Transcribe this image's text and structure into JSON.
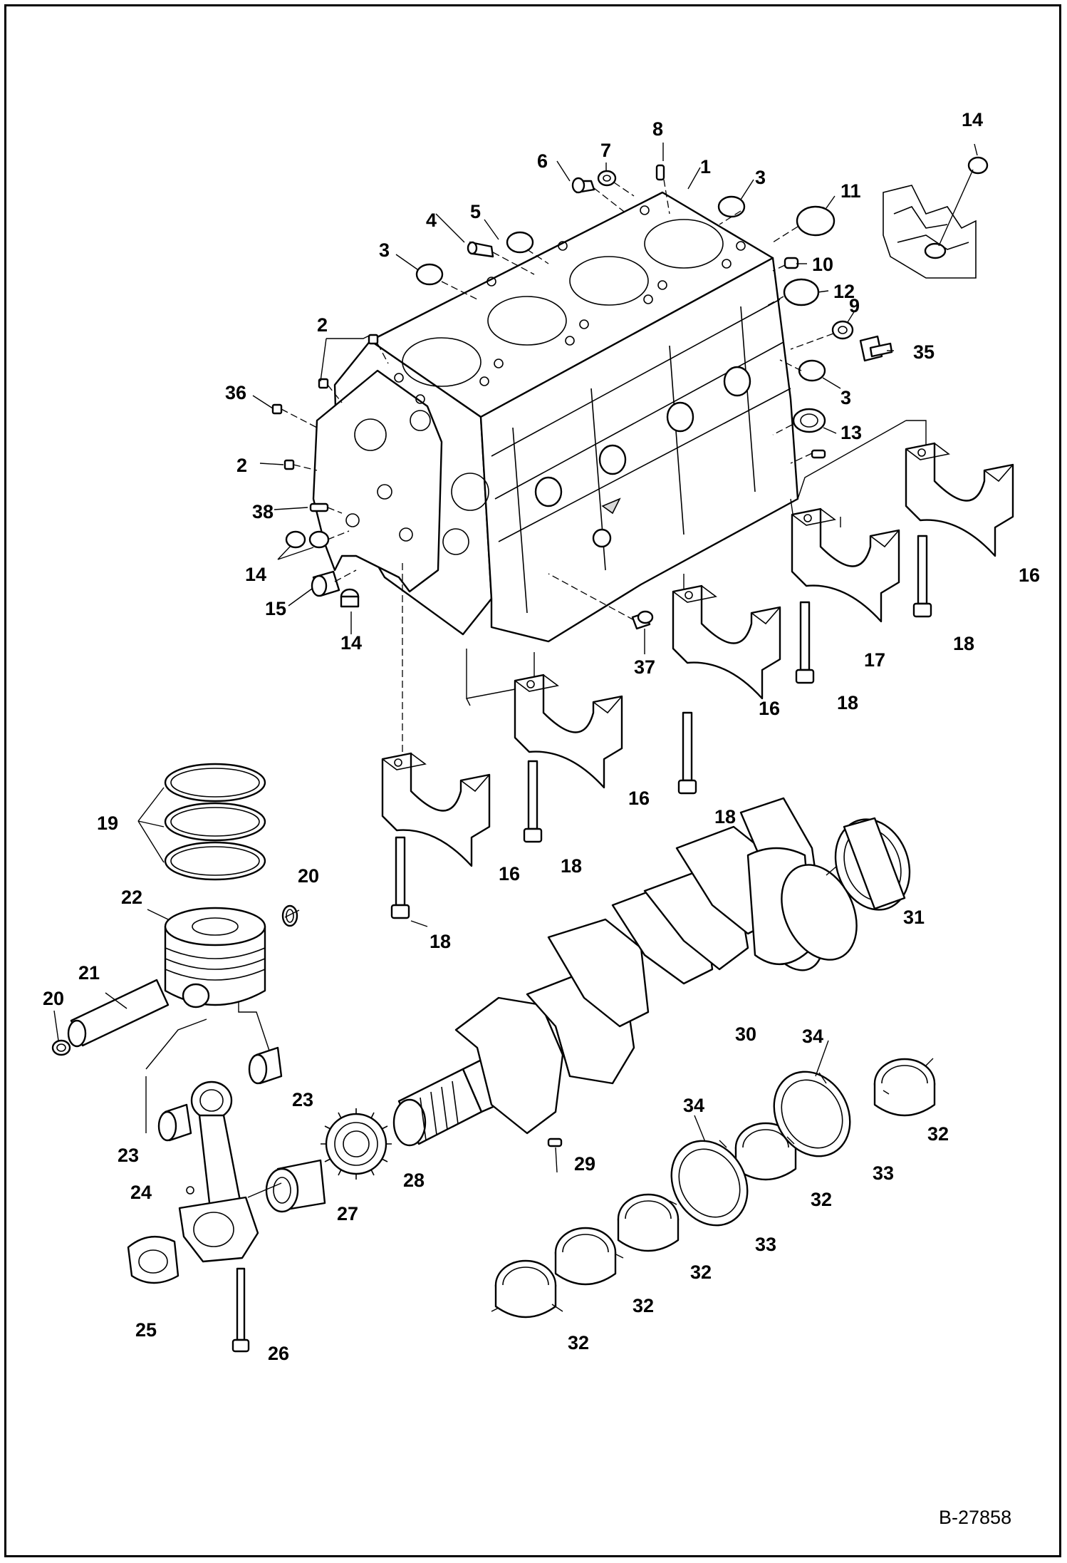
{
  "drawing_id": "B-27858",
  "callouts": {
    "c1": "1",
    "c2": "2",
    "c3": "3",
    "c4": "4",
    "c5": "5",
    "c6": "6",
    "c7": "7",
    "c8": "8",
    "c9": "9",
    "c10": "10",
    "c11": "11",
    "c12": "12",
    "c13": "13",
    "c14": "14",
    "c15": "15",
    "c16": "16",
    "c17": "17",
    "c18": "18",
    "c19": "19",
    "c20": "20",
    "c21": "21",
    "c22": "22",
    "c23": "23",
    "c24": "24",
    "c25": "25",
    "c26": "26",
    "c27": "27",
    "c28": "28",
    "c29": "29",
    "c30": "30",
    "c31": "31",
    "c32": "32",
    "c33": "33",
    "c34": "34",
    "c35": "35",
    "c36": "36",
    "c37": "37",
    "c38": "38"
  }
}
